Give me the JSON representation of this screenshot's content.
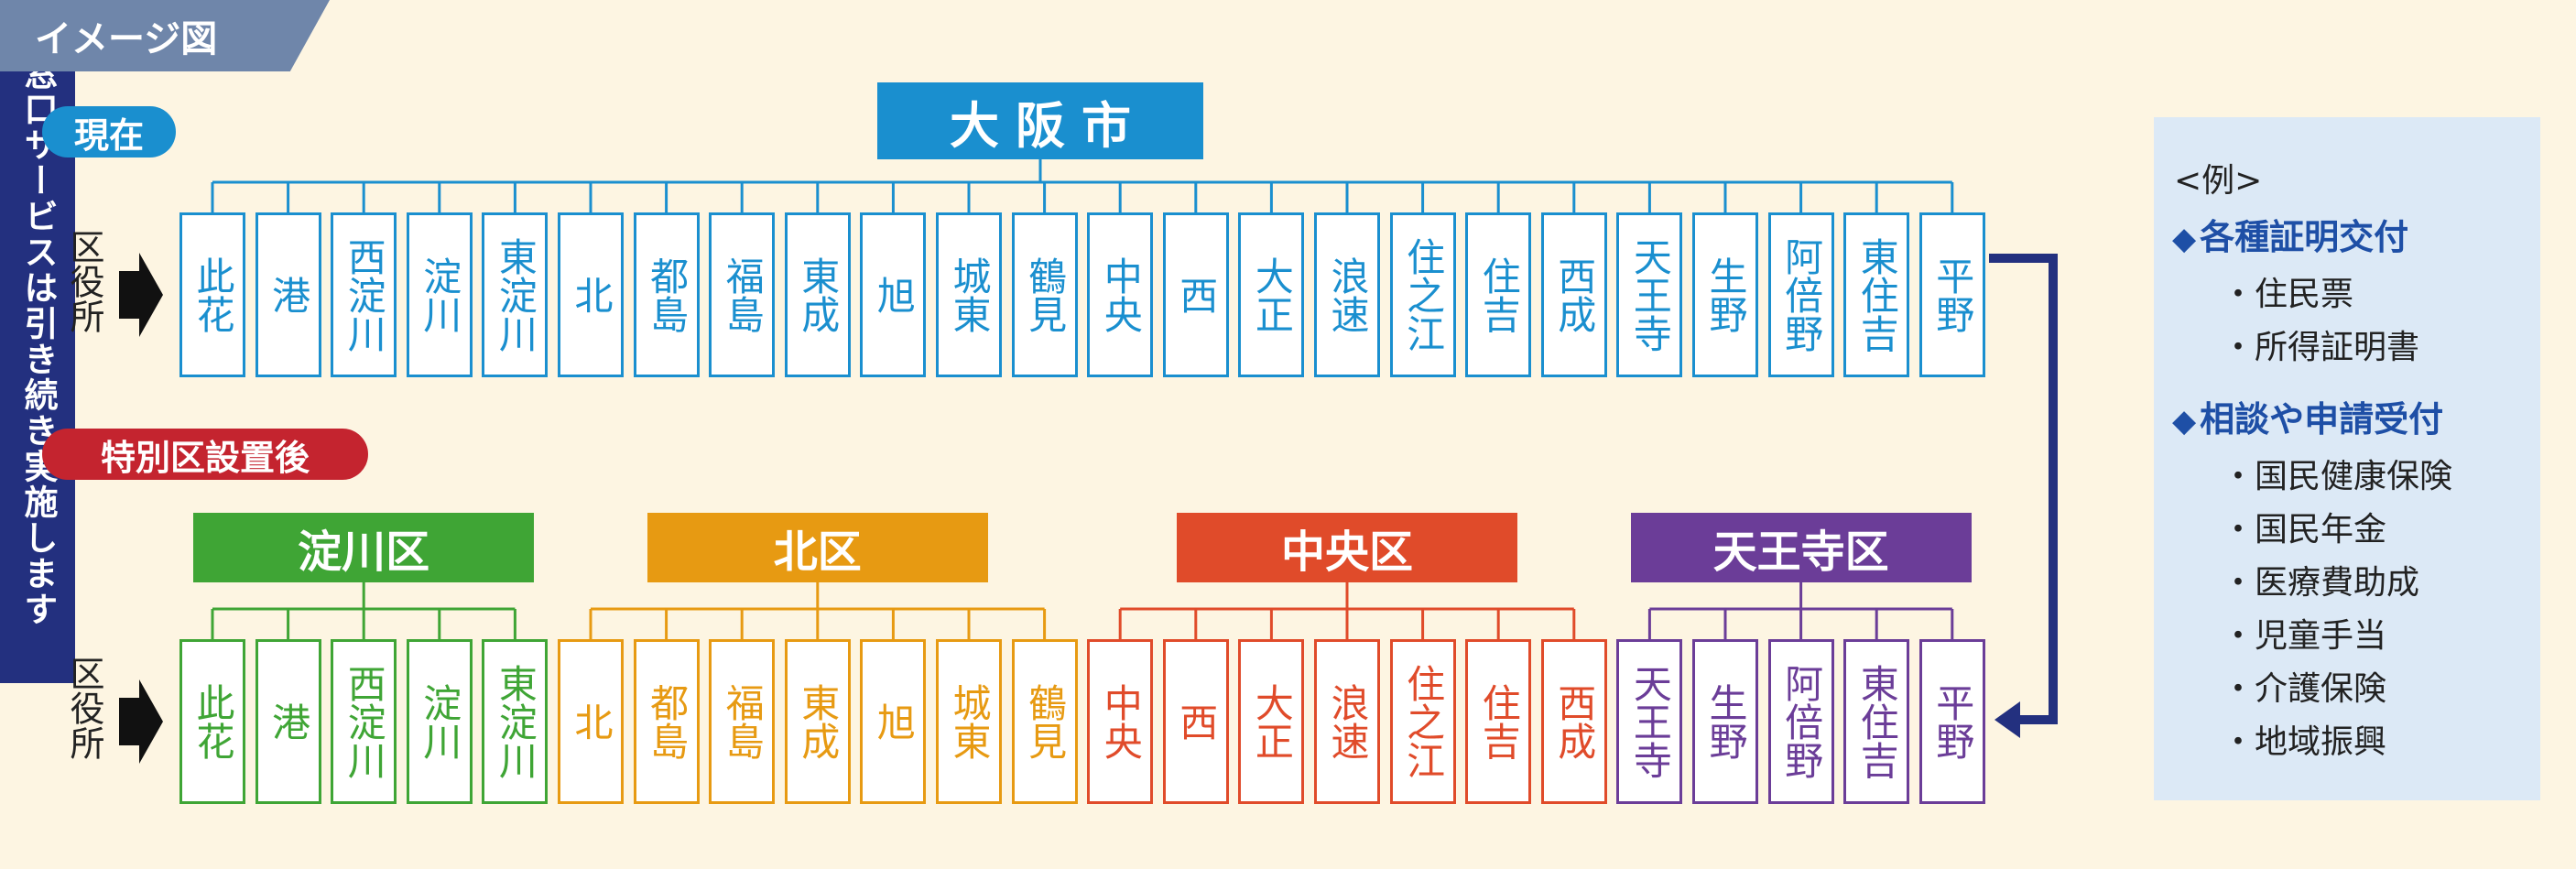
{
  "header_tag": "イメージ図",
  "current_label": "現在",
  "after_label": "特別区設置後",
  "city": "大阪市",
  "office_label": "区役所",
  "current_wards": [
    "此花",
    "港",
    "西淀川",
    "淀川",
    "東淀川",
    "北",
    "都島",
    "福島",
    "東成",
    "旭",
    "城東",
    "鶴見",
    "中央",
    "西",
    "大正",
    "浪速",
    "住之江",
    "住吉",
    "西成",
    "天王寺",
    "生野",
    "阿倍野",
    "東住吉",
    "平野"
  ],
  "new_wards": [
    {
      "name": "淀川区",
      "color": "#3fa535",
      "wards": [
        "此花",
        "港",
        "西淀川",
        "淀川",
        "東淀川"
      ]
    },
    {
      "name": "北区",
      "color": "#e79a12",
      "wards": [
        "北",
        "都島",
        "福島",
        "東成",
        "旭",
        "城東",
        "鶴見"
      ]
    },
    {
      "name": "中央区",
      "color": "#e04b2a",
      "wards": [
        "中央",
        "西",
        "大正",
        "浪速",
        "住之江",
        "住吉",
        "西成"
      ]
    },
    {
      "name": "天王寺区",
      "color": "#6b3d98",
      "wards": [
        "天王寺",
        "生野",
        "阿倍野",
        "東住吉",
        "平野"
      ]
    }
  ],
  "colors": {
    "current": "#1a8fcf",
    "arrow": "#23307f",
    "text_black": "#222222"
  },
  "services": {
    "title": "窓口サービスは引き続き実施します",
    "example": "<例>",
    "groups": [
      {
        "title": "各種証明交付",
        "items": [
          "住民票",
          "所得証明書"
        ]
      },
      {
        "title": "相談や申請受付",
        "items": [
          "国民健康保険",
          "国民年金",
          "医療費助成",
          "児童手当",
          "介護保険",
          "地域振興"
        ]
      }
    ]
  }
}
